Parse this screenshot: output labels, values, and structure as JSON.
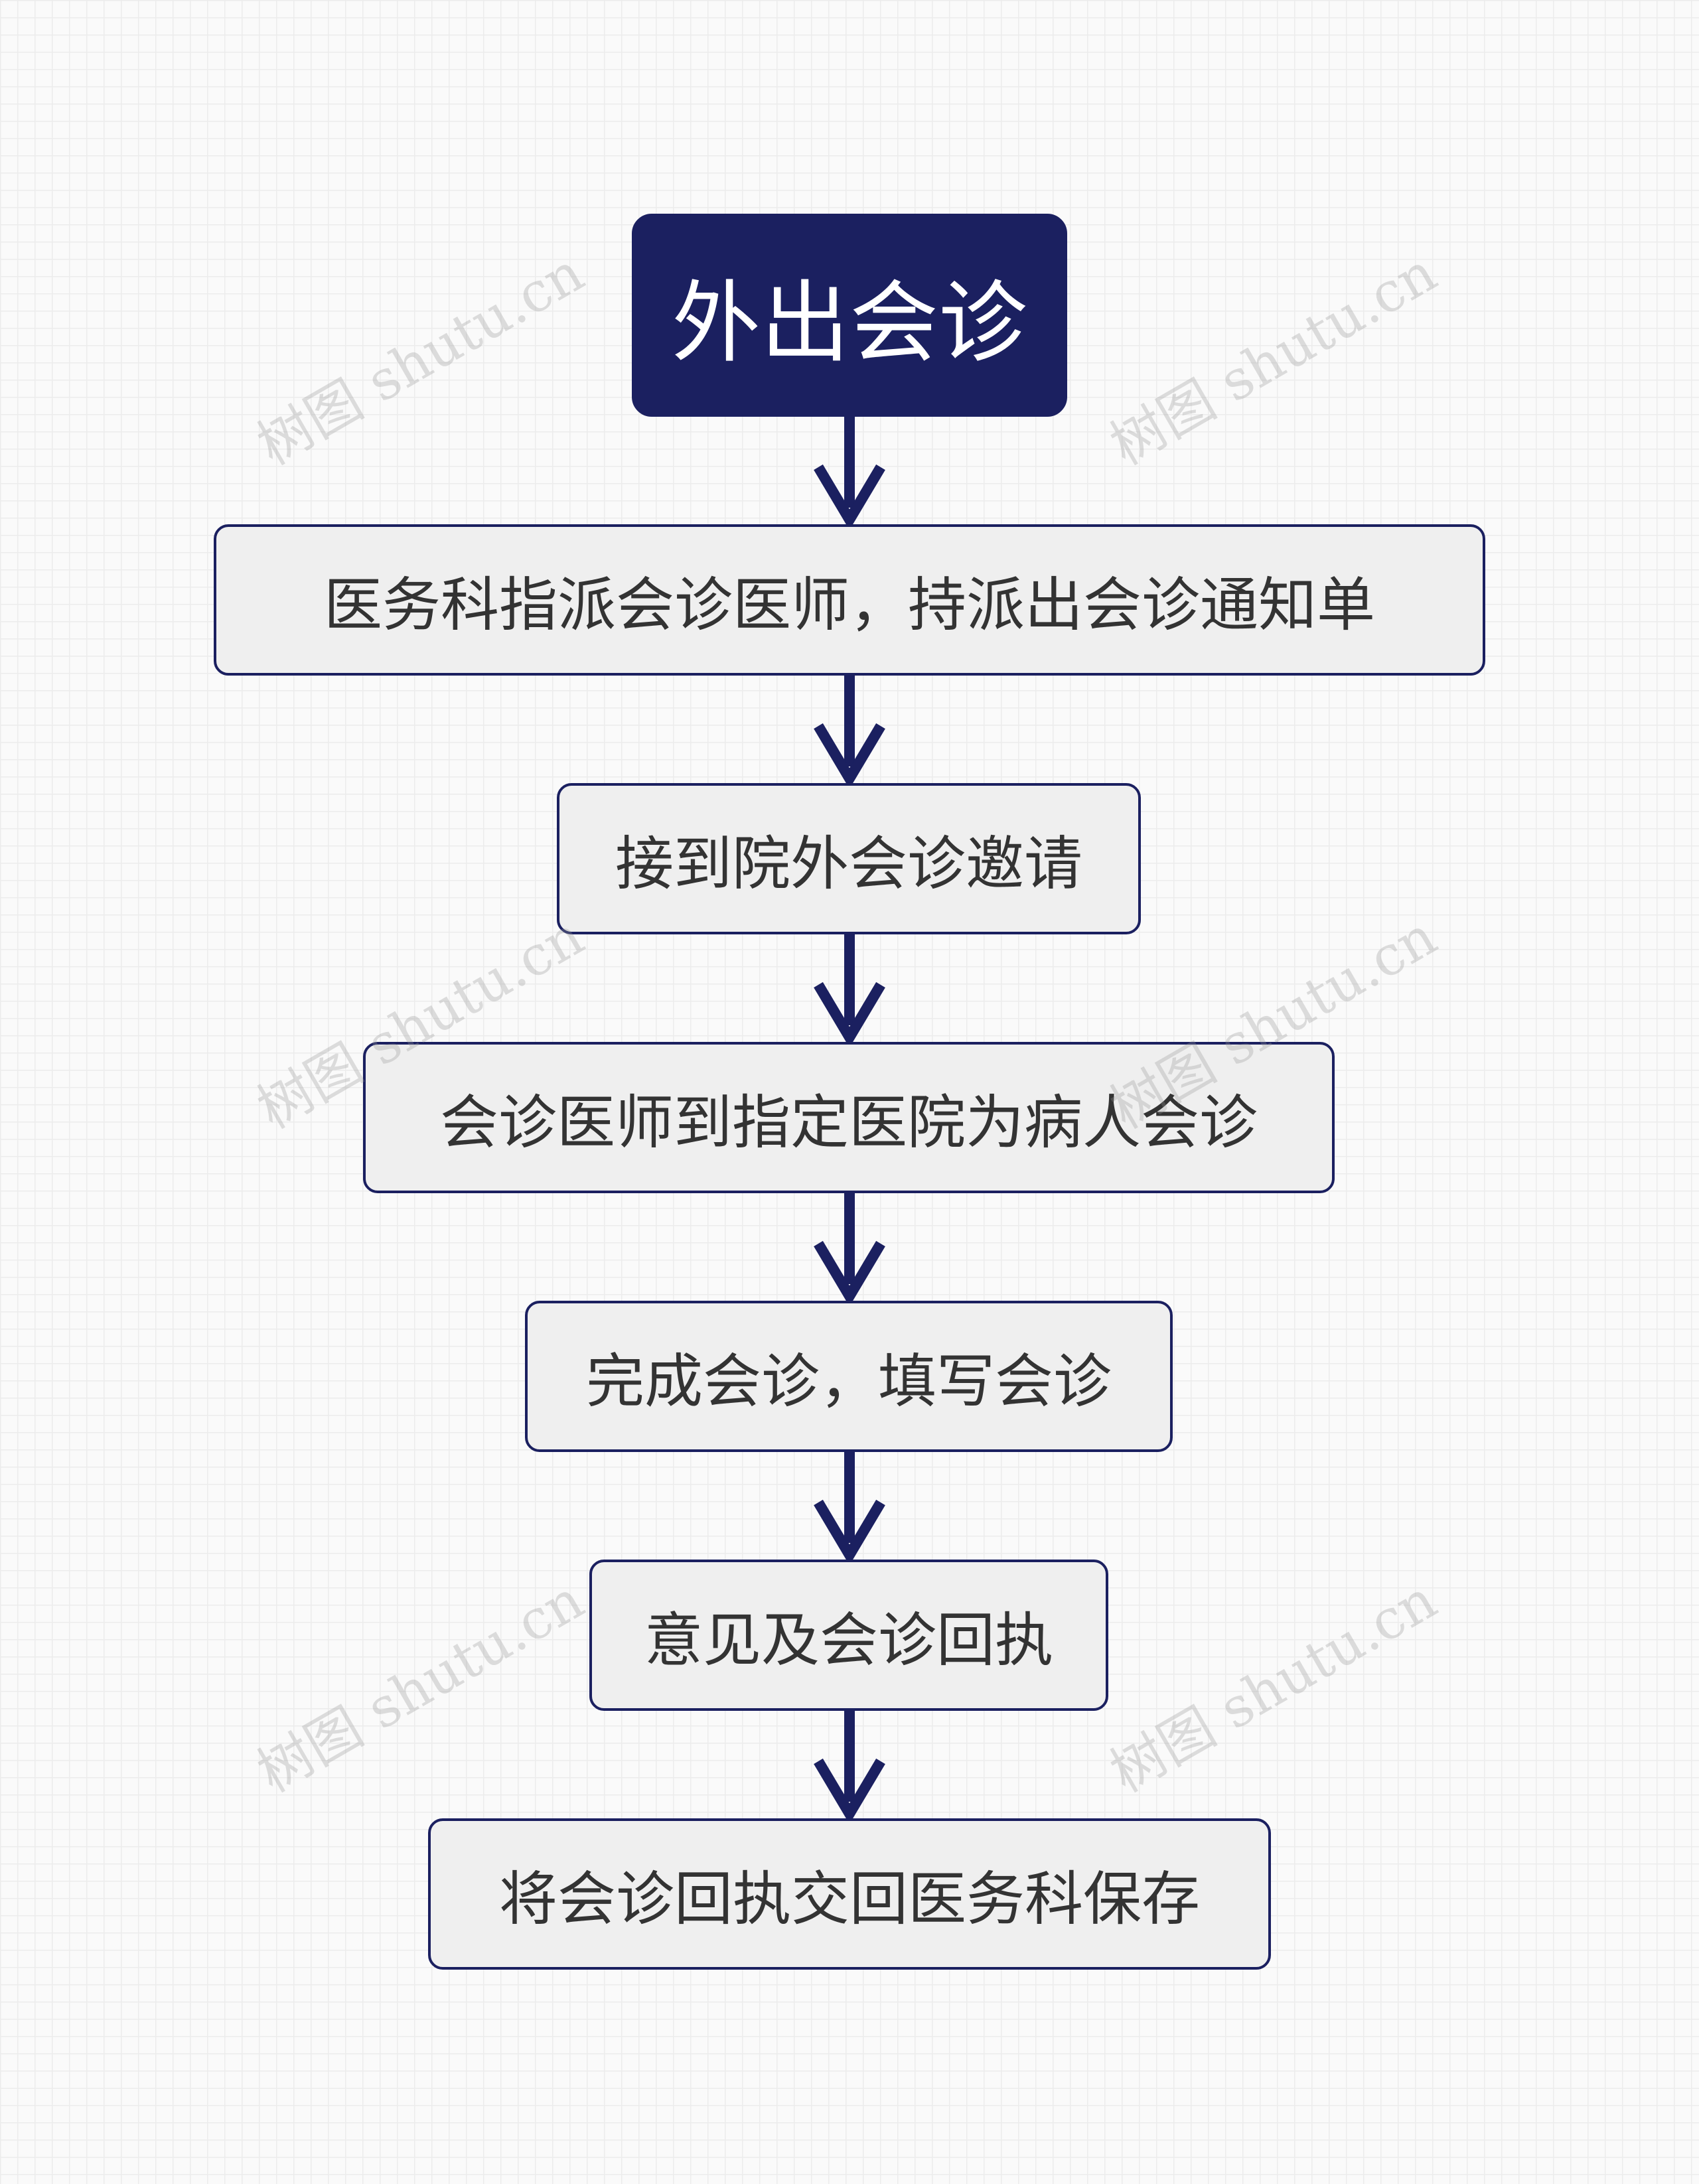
{
  "flowchart": {
    "root": "外出会诊",
    "steps": [
      "医务科指派会诊医师，持派出会诊通知单",
      "接到院外会诊邀请",
      "会诊医师到指定医院为病人会诊",
      "完成会诊，填写会诊",
      "意见及会诊回执",
      "将会诊回执交回医务科保存"
    ]
  },
  "watermark": "树图 shutu.cn",
  "colors": {
    "primary": "#1b2060",
    "node_fill": "#efefef",
    "node_text": "#333333",
    "root_text": "#ffffff"
  }
}
